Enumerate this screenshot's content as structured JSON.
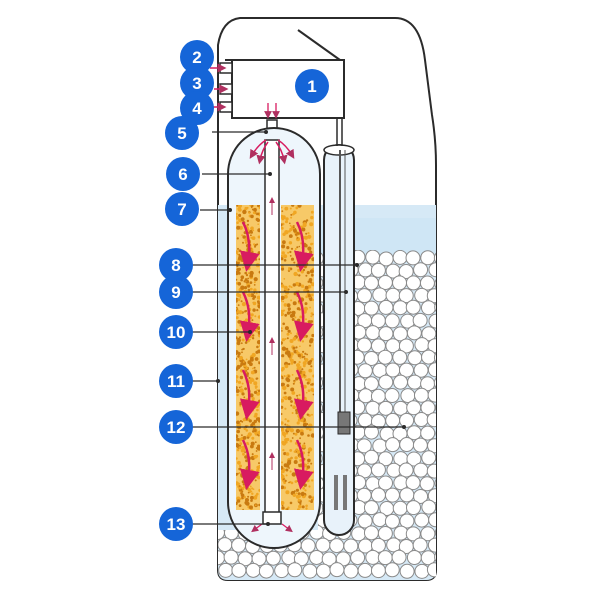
{
  "diagram": {
    "callouts": [
      {
        "label": "1"
      },
      {
        "label": "2"
      },
      {
        "label": "3"
      },
      {
        "label": "4"
      },
      {
        "label": "5"
      },
      {
        "label": "6"
      },
      {
        "label": "7"
      },
      {
        "label": "8"
      },
      {
        "label": "9"
      },
      {
        "label": "10"
      },
      {
        "label": "11"
      },
      {
        "label": "12"
      },
      {
        "label": "13"
      }
    ],
    "colors": {
      "callout_fill": "#1565d8",
      "outline": "#2b2b2b",
      "tank_water": "#d6e9f6",
      "brine_water": "#cfe6f5",
      "resin": "#f0a623",
      "resin_dark": "#c97a10",
      "flow_arrow": "#d81b60",
      "tube": "#e8f2fa"
    }
  }
}
